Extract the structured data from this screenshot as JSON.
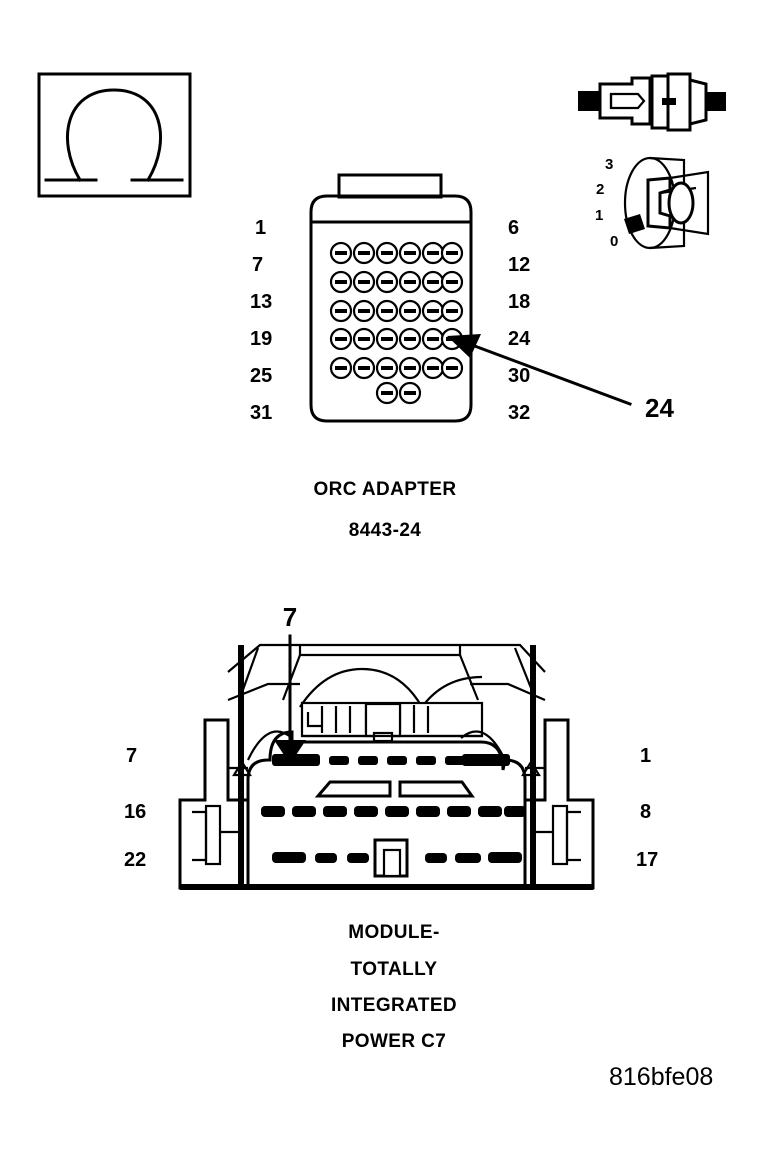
{
  "figure": {
    "id_label": "816bfe08",
    "background_color": "#ffffff",
    "line_color": "#000000"
  },
  "icons": {
    "ohm_meter": {
      "name": "ohm-symbol-icon",
      "glyph": "omega",
      "description": "resistance measurement box"
    },
    "connector_plug": {
      "name": "connector-plug-icon",
      "description": "inline two-way connector plug"
    },
    "rotary_switch": {
      "name": "rotary-switch-icon",
      "positions": [
        "3",
        "2",
        "1",
        "0"
      ],
      "dial_marking": "0"
    }
  },
  "connectors": [
    {
      "key": "orc_adapter",
      "caption_line1": "ORC ADAPTER",
      "caption_line2": "8443-24",
      "left_labels": [
        "1",
        "7",
        "13",
        "19",
        "25",
        "31"
      ],
      "right_labels": [
        "6",
        "12",
        "18",
        "24",
        "30",
        "32"
      ],
      "pin_rows": [
        6,
        6,
        6,
        6,
        6,
        2
      ],
      "callout": {
        "label": "24",
        "target_pin": "24"
      }
    },
    {
      "key": "tipm_c7",
      "caption_line1": "MODULE-",
      "caption_line2": "TOTALLY",
      "caption_line3": "INTEGRATED",
      "caption_line4": "POWER C7",
      "left_labels": [
        "7",
        "16",
        "22"
      ],
      "right_labels": [
        "1",
        "8",
        "17"
      ],
      "callout": {
        "label": "7",
        "target_cavity": "7"
      }
    }
  ]
}
